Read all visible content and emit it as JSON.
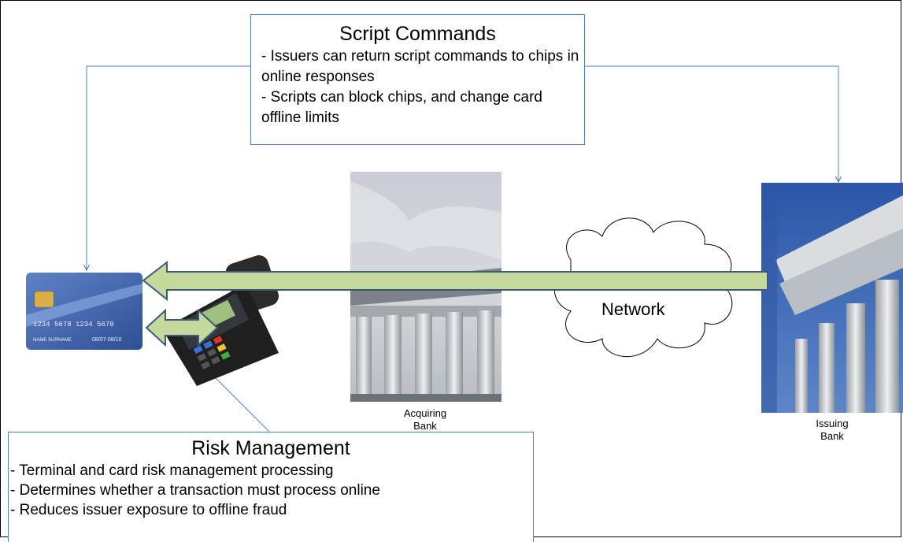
{
  "script_commands": {
    "title": "Script Commands",
    "bullets": [
      " - Issuers can return script commands to chips in online responses",
      "-  Scripts can block chips, and change card offline limits"
    ]
  },
  "risk_management": {
    "title": "Risk Management",
    "bullets": [
      "-  Terminal and card risk management processing",
      "-  Determines whether a transaction must process online",
      "-  Reduces issuer exposure to offline fraud"
    ]
  },
  "network": {
    "label": "Network"
  },
  "acquiring_bank": {
    "label_line1": "Acquiring",
    "label_line2": "Bank"
  },
  "issuing_bank": {
    "label_line1": "Issuing",
    "label_line2": "Bank"
  },
  "card": {
    "number": "1234 5678 1234 5678",
    "name": "NAME SURNAME",
    "dates": "08/07-08/10"
  },
  "colors": {
    "connector": "#4f81bd",
    "arrow_fill": "#c4d99b",
    "arrow_stroke": "#3d5a78",
    "sky": "#3a5f9a"
  }
}
